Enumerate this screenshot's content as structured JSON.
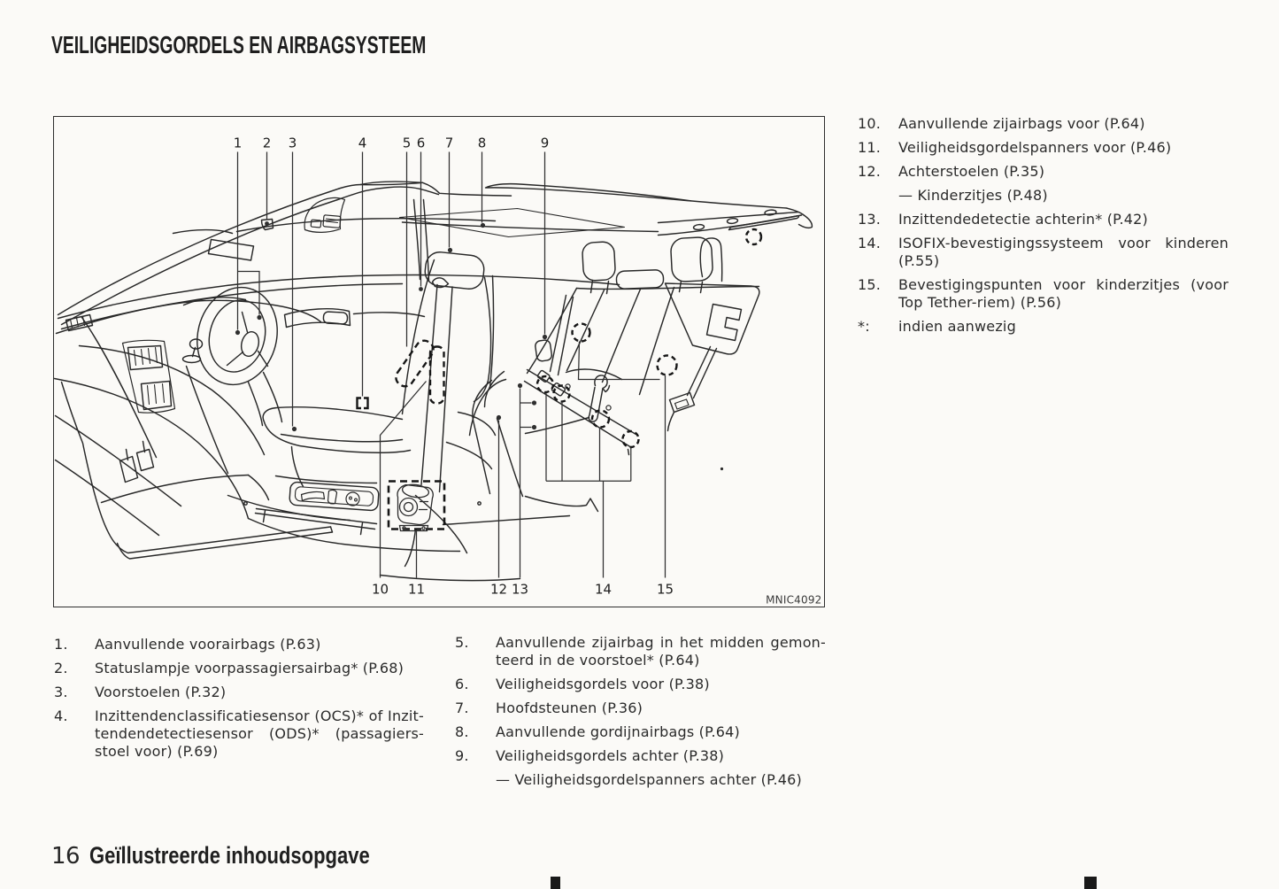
{
  "page": {
    "title": "VEILIGHEIDSGORDELS EN AIRBAGSYSTEEM",
    "footer": {
      "page_number": "16",
      "chapter_title": "Geïllustreerde inhoudsopgave"
    }
  },
  "diagram": {
    "figure_code": "MNIC4092",
    "callouts_top": [
      "1",
      "2",
      "3",
      "4",
      "5",
      "6",
      "7",
      "8",
      "9"
    ],
    "callouts_bottom": [
      "10",
      "11",
      "12",
      "13",
      "14",
      "15"
    ]
  },
  "legend": {
    "left": [
      {
        "num": "1.",
        "lines": [
          "Aanvullende voorairbags (P.63)"
        ]
      },
      {
        "num": "2.",
        "lines": [
          "Statuslampje voorpassagiersairbag* (P.68)"
        ]
      },
      {
        "num": "3.",
        "lines": [
          "Voorstoelen (P.32)"
        ]
      },
      {
        "num": "4.",
        "lines": [
          "Inzittendenclassificatiesensor (OCS)* of Inzit-",
          "tendendetectiesensor (ODS)* (passagiers-",
          "stoel voor) (P.69)"
        ]
      }
    ],
    "middle": [
      {
        "num": "5.",
        "lines": [
          "Aanvullende zijairbag in het midden gemon-",
          "teerd in de voorstoel* (P.64)"
        ]
      },
      {
        "num": "6.",
        "lines": [
          "Veiligheidsgordels voor (P.38)"
        ]
      },
      {
        "num": "7.",
        "lines": [
          "Hoofdsteunen (P.36)"
        ]
      },
      {
        "num": "8.",
        "lines": [
          "Aanvullende gordijnairbags (P.64)"
        ]
      },
      {
        "num": "9.",
        "lines": [
          "Veiligheidsgordels achter (P.38)"
        ]
      },
      {
        "num": "",
        "lines": [
          "— Veiligheidsgordelspanners achter (P.46)"
        ]
      }
    ],
    "right": [
      {
        "num": "10.",
        "lines": [
          "Aanvullende zijairbags voor (P.64)"
        ]
      },
      {
        "num": "11.",
        "lines": [
          "Veiligheidsgordelspanners voor (P.46)"
        ]
      },
      {
        "num": "12.",
        "lines": [
          "Achterstoelen (P.35)"
        ]
      },
      {
        "num": "",
        "lines": [
          "— Kinderzitjes (P.48)"
        ]
      },
      {
        "num": "13.",
        "lines": [
          "Inzittendedetectie achterin* (P.42)"
        ]
      },
      {
        "num": "14.",
        "lines": [
          "ISOFIX-bevestigingssysteem voor kinderen",
          "(P.55)"
        ]
      },
      {
        "num": "15.",
        "lines": [
          "Bevestigingspunten voor kinderzitjes (voor",
          "Top Tether-riem) (P.56)"
        ]
      },
      {
        "num": "*:",
        "lines": [
          "indien aanwezig"
        ]
      }
    ]
  }
}
